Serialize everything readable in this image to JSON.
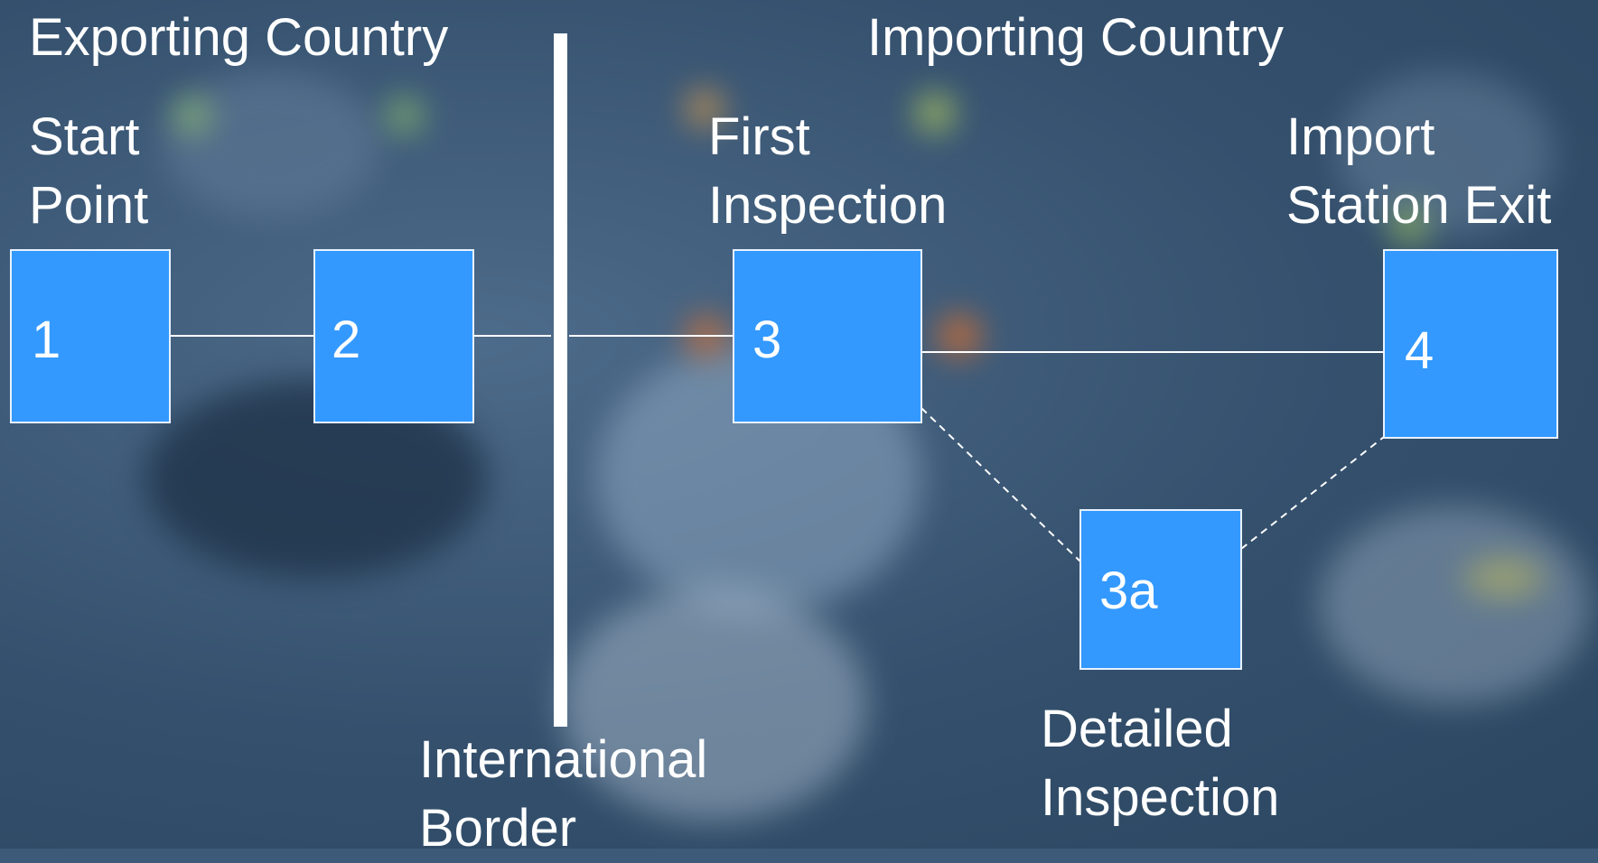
{
  "headings": {
    "exporting": "Exporting Country",
    "importing": "Importing Country"
  },
  "stages": [
    {
      "id": "1",
      "label": ""
    },
    {
      "id": "2",
      "label": ""
    },
    {
      "id": "3",
      "label": "First Inspection"
    },
    {
      "id": "3a",
      "label": "Detailed Inspection"
    },
    {
      "id": "4",
      "label": "Import Station Exit"
    }
  ],
  "labels": {
    "start_line1": "Start",
    "start_line2": "Point",
    "first_line1": "First",
    "first_line2": "Inspection",
    "exit_line1": "Import",
    "exit_line2": "Station Exit",
    "detailed_line1": "Detailed",
    "detailed_line2": "Inspection",
    "border_line1": "International",
    "border_line2": "Border"
  },
  "colors": {
    "box_fill": "#3399ff",
    "box_stroke": "#e8f2ff",
    "text": "#ffffff",
    "background": "#3d5a78"
  }
}
